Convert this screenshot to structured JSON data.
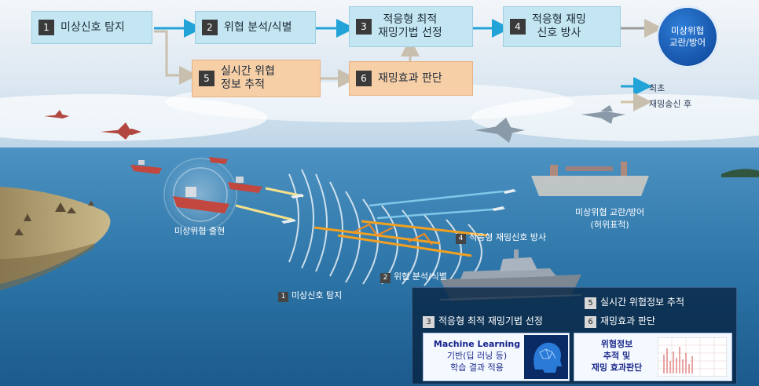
{
  "flow": {
    "steps": [
      {
        "num": "1",
        "label": "미상신호 탐지"
      },
      {
        "num": "2",
        "label": "위협 분석/식별"
      },
      {
        "num": "3",
        "line1": "적응형 최적",
        "line2": "재밍기법 선정"
      },
      {
        "num": "4",
        "line1": "적응형 재밍",
        "line2": "신호 방사"
      },
      {
        "num": "5",
        "line1": "실시간 위협",
        "line2": "정보 추적"
      },
      {
        "num": "6",
        "label": "재밍효과 판단"
      }
    ],
    "result": {
      "line1": "미상위협",
      "line2": "교란/방어"
    }
  },
  "legend": {
    "initial": "최초",
    "after": "재밍송신 후",
    "initial_color": "#21a3d8",
    "after_color": "#d3c3a6"
  },
  "scene_labels": {
    "threat_appear": "미상위협 출현",
    "target": {
      "line1": "미상위협 교란/방어",
      "line2": "(허위표적)"
    },
    "step1": {
      "num": "1",
      "text": "미상신호 탐지"
    },
    "step2": {
      "num": "2",
      "text": "위협 분석/식별"
    },
    "step4": {
      "num": "4",
      "text": "적응형 재밍신호 방사"
    }
  },
  "panel": {
    "step3": {
      "num": "3",
      "text": "적응형 최적 재밍기법 선정"
    },
    "step5": {
      "num": "5",
      "text": "실시간 위협정보 추적"
    },
    "step6": {
      "num": "6",
      "text": "재밍효과 판단"
    },
    "ml": {
      "line1": "Machine Learning",
      "line2": "기반(딥 러닝 등)",
      "line3": "학습 결과 적용"
    },
    "tracking": {
      "line1": "위협정보",
      "line2": "추적 및",
      "line3": "재밍 효과판단"
    }
  },
  "colors": {
    "step_blue": "#c4e6f2",
    "step_peach": "#f7cfa6",
    "circle": "#0d4fa8",
    "jam_wave": "#f2a020"
  }
}
